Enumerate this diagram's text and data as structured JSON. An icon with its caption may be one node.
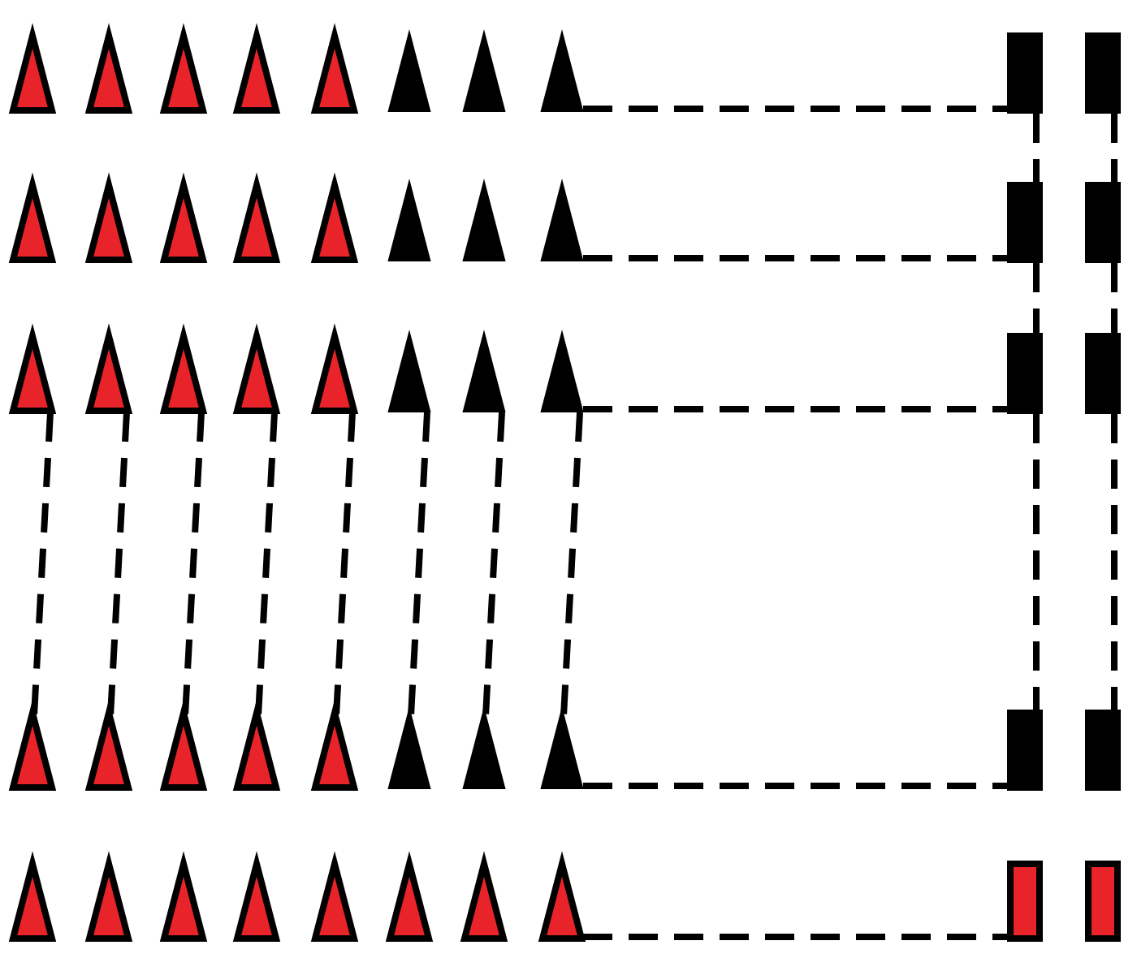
{
  "diagram": {
    "nodes": [
      {
        "text": [],
        "shape": "triangle"
      },
      {
        "text": [],
        "shape": "triangle"
      },
      {
        "text": [],
        "shape": "triangle"
      },
      {
        "text": [],
        "shape": "triangle"
      },
      {
        "text": [],
        "shape": "triangle"
      },
      {
        "text": [],
        "shape": "triangle"
      },
      {
        "text": [],
        "shape": "triangle"
      },
      {
        "text": [],
        "shape": "triangle"
      },
      {
        "text": [],
        "shape": "bar"
      },
      {
        "text": [],
        "shape": "bar"
      },
      {
        "text": [],
        "shape": "triangle"
      },
      {
        "text": [],
        "shape": "triangle"
      },
      {
        "text": [],
        "shape": "triangle"
      },
      {
        "text": [],
        "shape": "triangle"
      },
      {
        "text": [],
        "shape": "triangle"
      },
      {
        "text": [],
        "shape": "triangle"
      },
      {
        "text": [],
        "shape": "triangle"
      },
      {
        "text": [],
        "shape": "triangle"
      },
      {
        "text": [],
        "shape": "bar"
      },
      {
        "text": [],
        "shape": "bar"
      },
      {
        "text": [],
        "shape": "triangle"
      },
      {
        "text": [],
        "shape": "triangle"
      },
      {
        "text": [],
        "shape": "triangle"
      },
      {
        "text": [],
        "shape": "triangle"
      },
      {
        "text": [],
        "shape": "triangle"
      },
      {
        "text": [],
        "shape": "triangle"
      },
      {
        "text": [],
        "shape": "triangle"
      },
      {
        "text": [],
        "shape": "triangle"
      },
      {
        "text": [],
        "shape": "bar"
      },
      {
        "text": [],
        "shape": "bar"
      },
      {
        "text": [],
        "shape": "triangle"
      },
      {
        "text": [],
        "shape": "triangle"
      },
      {
        "text": [],
        "shape": "triangle"
      },
      {
        "text": [],
        "shape": "triangle"
      },
      {
        "text": [],
        "shape": "triangle"
      },
      {
        "text": [],
        "shape": "triangle"
      },
      {
        "text": [],
        "shape": "triangle"
      },
      {
        "text": [],
        "shape": "triangle"
      },
      {
        "text": [],
        "shape": "bar"
      },
      {
        "text": [],
        "shape": "bar"
      },
      {
        "text": [],
        "shape": "triangle"
      },
      {
        "text": [],
        "shape": "triangle"
      },
      {
        "text": [],
        "shape": "triangle"
      },
      {
        "text": [],
        "shape": "triangle"
      },
      {
        "text": [],
        "shape": "triangle"
      },
      {
        "text": [],
        "shape": "triangle"
      },
      {
        "text": [],
        "shape": "triangle"
      },
      {
        "text": [],
        "shape": "triangle"
      },
      {
        "text": [],
        "shape": "bar"
      },
      {
        "text": [],
        "shape": "bar"
      }
    ],
    "edges": [
      {
        "from": 7,
        "to": 8,
        "arrow": "none",
        "style": "dashed"
      },
      {
        "from": 17,
        "to": 18,
        "arrow": "none",
        "style": "dashed"
      },
      {
        "from": 27,
        "to": 28,
        "arrow": "none",
        "style": "dashed"
      },
      {
        "from": 37,
        "to": 38,
        "arrow": "none",
        "style": "dashed"
      },
      {
        "from": 47,
        "to": 48,
        "arrow": "none",
        "style": "dashed"
      },
      {
        "from": 20,
        "to": 30,
        "arrow": "none",
        "style": "dashed"
      },
      {
        "from": 21,
        "to": 31,
        "arrow": "none",
        "style": "dashed"
      },
      {
        "from": 22,
        "to": 32,
        "arrow": "none",
        "style": "dashed"
      },
      {
        "from": 23,
        "to": 33,
        "arrow": "none",
        "style": "dashed"
      },
      {
        "from": 24,
        "to": 34,
        "arrow": "none",
        "style": "dashed"
      },
      {
        "from": 25,
        "to": 35,
        "arrow": "none",
        "style": "dashed"
      },
      {
        "from": 26,
        "to": 36,
        "arrow": "none",
        "style": "dashed"
      },
      {
        "from": 27,
        "to": 37,
        "arrow": "none",
        "style": "dashed"
      },
      {
        "from": 8,
        "to": 18,
        "arrow": "none",
        "style": "dashed"
      },
      {
        "from": 18,
        "to": 28,
        "arrow": "none",
        "style": "dashed"
      },
      {
        "from": 28,
        "to": 38,
        "arrow": "none",
        "style": "dashed"
      },
      {
        "from": 9,
        "to": 19,
        "arrow": "none",
        "style": "dashed"
      },
      {
        "from": 19,
        "to": 29,
        "arrow": "none",
        "style": "dashed"
      },
      {
        "from": 29,
        "to": 39,
        "arrow": "none",
        "style": "dashed"
      }
    ]
  }
}
